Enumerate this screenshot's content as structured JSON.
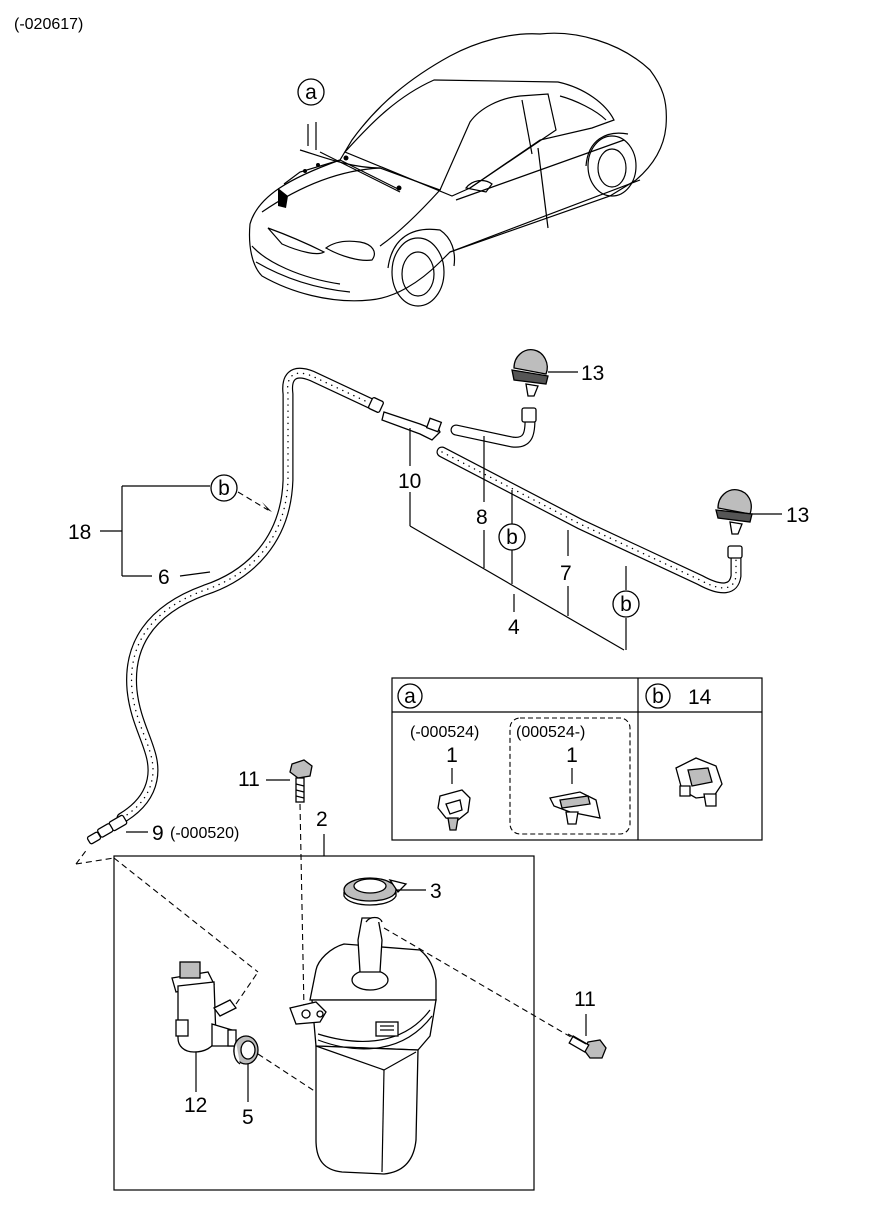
{
  "header": {
    "code": "(-020617)"
  },
  "callouts": {
    "a": "a",
    "b": "b"
  },
  "labels": {
    "p1": "1",
    "p2": "2",
    "p3": "3",
    "p4": "4",
    "p5": "5",
    "p6": "6",
    "p7": "7",
    "p8": "8",
    "p9": "9",
    "p9_note": "(-000520)",
    "p10": "10",
    "p11": "11",
    "p12": "12",
    "p13": "13",
    "p14": "14",
    "p18": "18"
  },
  "inset_table": {
    "col_a_callout": "a",
    "col_b_callout": "b",
    "col_b_part": "14",
    "variant_left_note": "(-000524)",
    "variant_right_note": "(000524-)",
    "variant_left_part": "1",
    "variant_right_part": "1"
  }
}
